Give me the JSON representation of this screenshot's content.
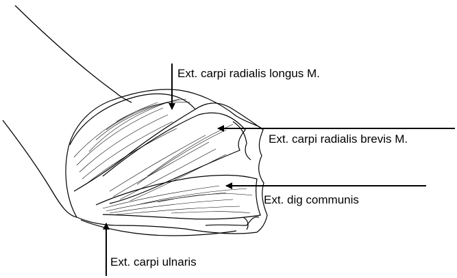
{
  "figure": {
    "labels": {
      "ext_carpi_radialis_longus": "Ext. carpi radialis longus M.",
      "ext_carpi_radialis_brevis": "Ext. carpi radialis brevis M.",
      "ext_dig_communis": "Ext. dig communis",
      "ext_carpi_ulnaris": "Ext. carpi ulnaris"
    },
    "line_color": "#000000",
    "background": "#ffffff"
  }
}
